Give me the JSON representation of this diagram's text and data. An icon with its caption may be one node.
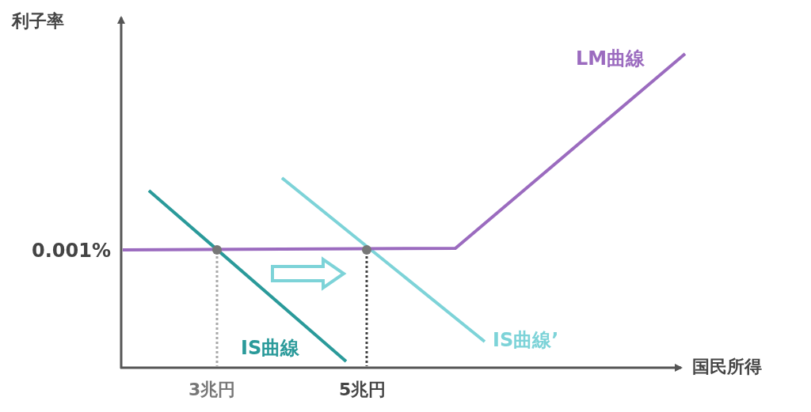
{
  "diagram": {
    "labels": [
      "利子率",
      "LM曲線",
      "0.001%",
      "IS曲線’",
      "IS曲線",
      "国民所得",
      "3兆円",
      "5兆円"
    ]
  }
}
